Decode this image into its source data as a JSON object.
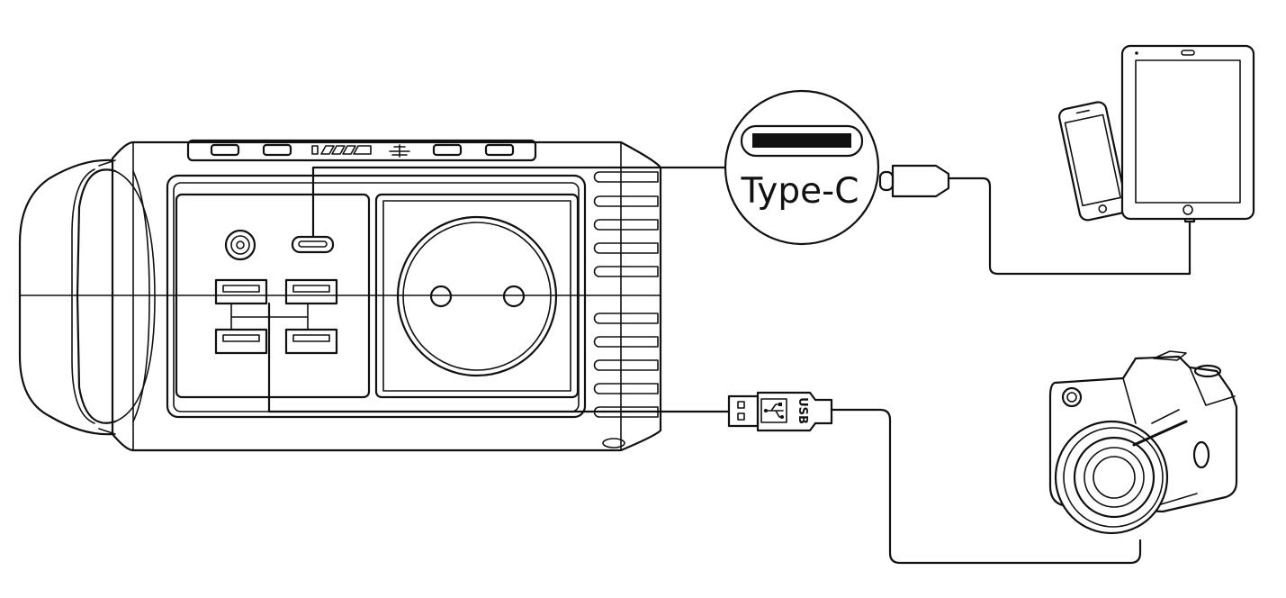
{
  "callout": {
    "type_c_label": "Type-C"
  },
  "usb_plug": {
    "label": "USB"
  },
  "colors": {
    "line": "#111111",
    "background": "#ffffff"
  },
  "icons": [
    "power-station",
    "type-c-callout",
    "type-c-cable",
    "usb-cable",
    "phone",
    "tablet",
    "camera"
  ]
}
